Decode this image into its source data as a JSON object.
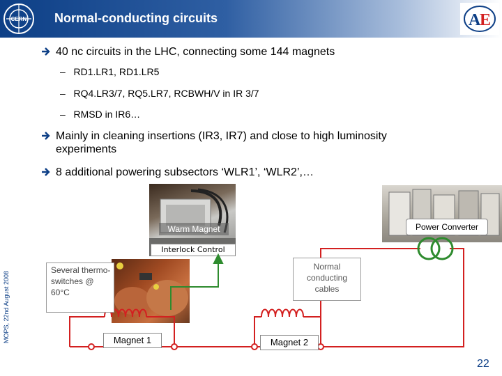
{
  "header": {
    "title": "Normal-conducting circuits"
  },
  "bullets": [
    {
      "text": "40 nc circuits in the LHC, connecting some 144 magnets"
    },
    {
      "text": "Mainly in cleaning insertions (IR3, IR7) and close to high luminosity experiments"
    },
    {
      "text": "8 additional powering subsectors ‘WLR1’, ‘WLR2’,…"
    }
  ],
  "subbullets": [
    {
      "dash": "–",
      "text": "RD1.LR1, RD1.LR5"
    },
    {
      "dash": "–",
      "text": "RQ4.LR3/7, RQ5.LR7, RCBWH/V in IR 3/7"
    },
    {
      "dash": "–",
      "text": "RMSD in IR6…"
    }
  ],
  "diagram": {
    "warm_magnet": "Warm Magnet",
    "interlock": "Interlock Control",
    "power_converter": "Power Converter",
    "thermoswitches": "Several thermo-switches @ 60°C",
    "cables": "Normal conducting cables",
    "magnet1": "Magnet 1",
    "magnet2": "Magnet 2"
  },
  "footer": {
    "sidebar": "MOPS, 22nd August 2008",
    "page": "22"
  },
  "colors": {
    "header_blue": "#0d3f86",
    "arrow_blue": "#0d3f86",
    "circuit_red": "#d32020",
    "interlock_green": "#2e8b2e"
  }
}
